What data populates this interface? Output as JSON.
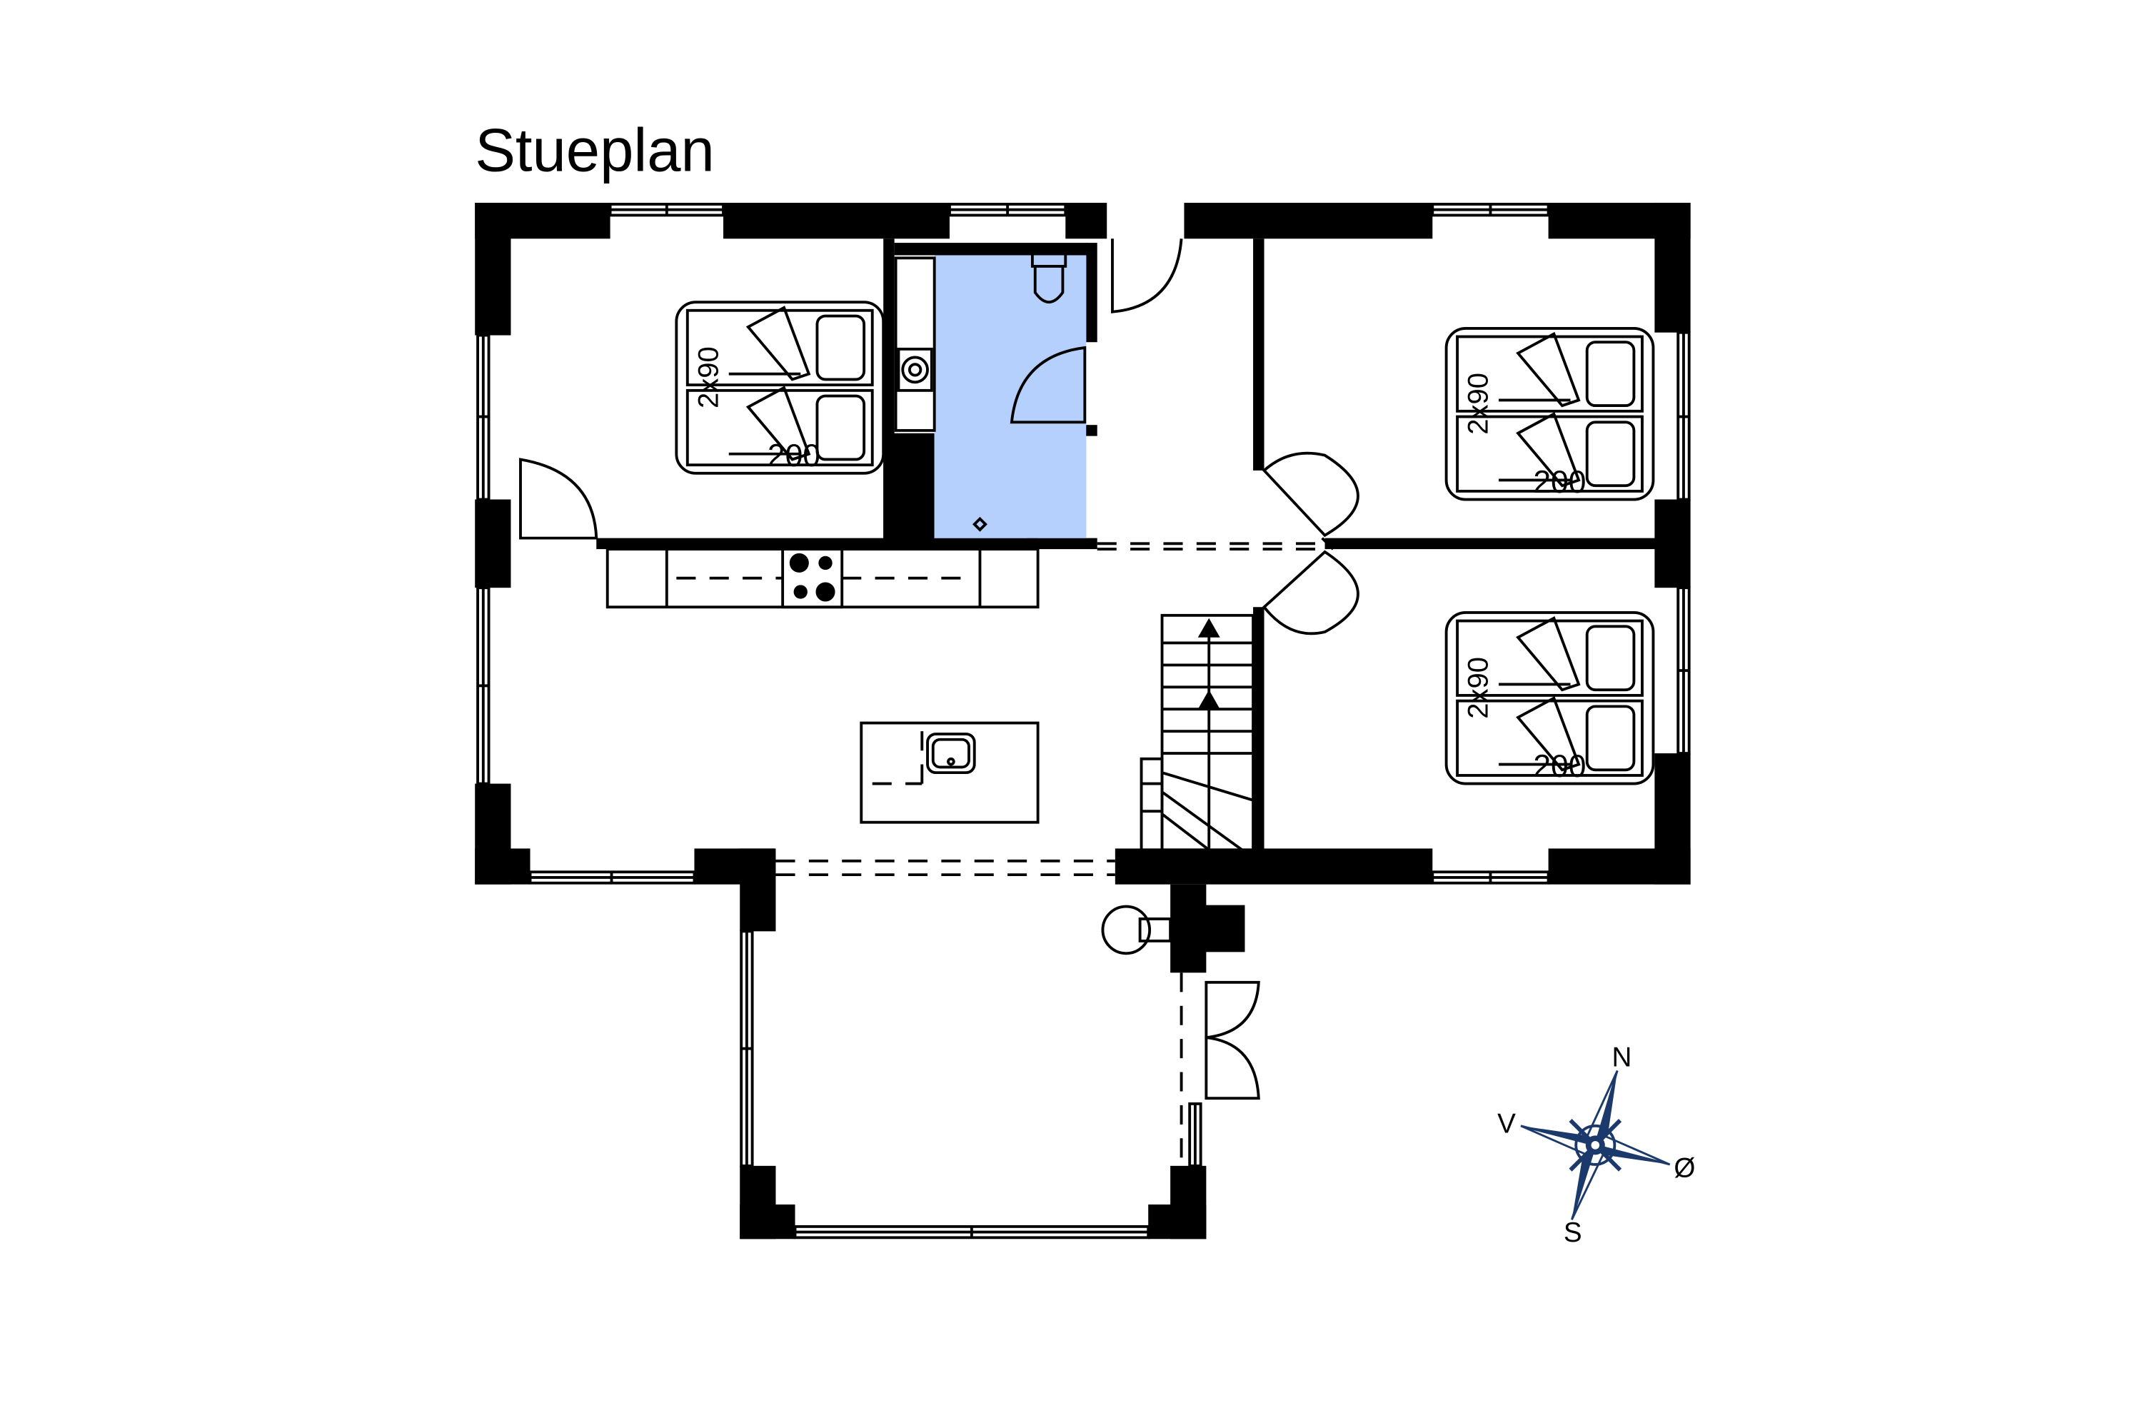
{
  "plan": {
    "title": "Stueplan",
    "colors": {
      "wall": "#000000",
      "bathroom_fill": "#b5d0fc",
      "compass": "#1b3a6b"
    },
    "beds": [
      {
        "name": "bed-upper-left",
        "dims": "2x90",
        "length": "200"
      },
      {
        "name": "bed-upper-right",
        "dims": "2x90",
        "length": "200"
      },
      {
        "name": "bed-lower-right",
        "dims": "2x90",
        "length": "200"
      }
    ],
    "compass": {
      "north": "N",
      "south": "S",
      "west": "V",
      "east": "Ø"
    }
  }
}
